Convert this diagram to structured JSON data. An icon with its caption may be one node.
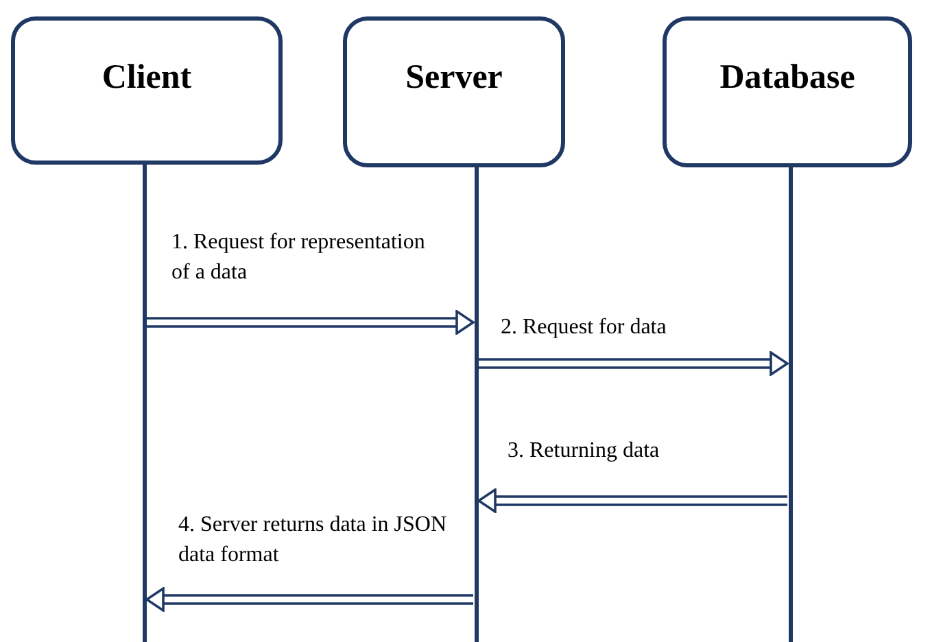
{
  "diagram": {
    "nodes": [
      {
        "text": [
          "Client"
        ]
      },
      {
        "text": [
          "Server"
        ]
      },
      {
        "text": [
          "Database"
        ]
      }
    ],
    "edges": [
      {
        "from": 0,
        "to": 1,
        "arrow": "to",
        "label": "1. Request for representation of a data"
      },
      {
        "from": 1,
        "to": 2,
        "arrow": "to",
        "label": "2. Request for data"
      },
      {
        "from": 2,
        "to": 1,
        "arrow": "to",
        "label": "3. Returning data"
      },
      {
        "from": 1,
        "to": 0,
        "arrow": "to",
        "label": "4.  Server returns data in JSON data format"
      }
    ]
  }
}
